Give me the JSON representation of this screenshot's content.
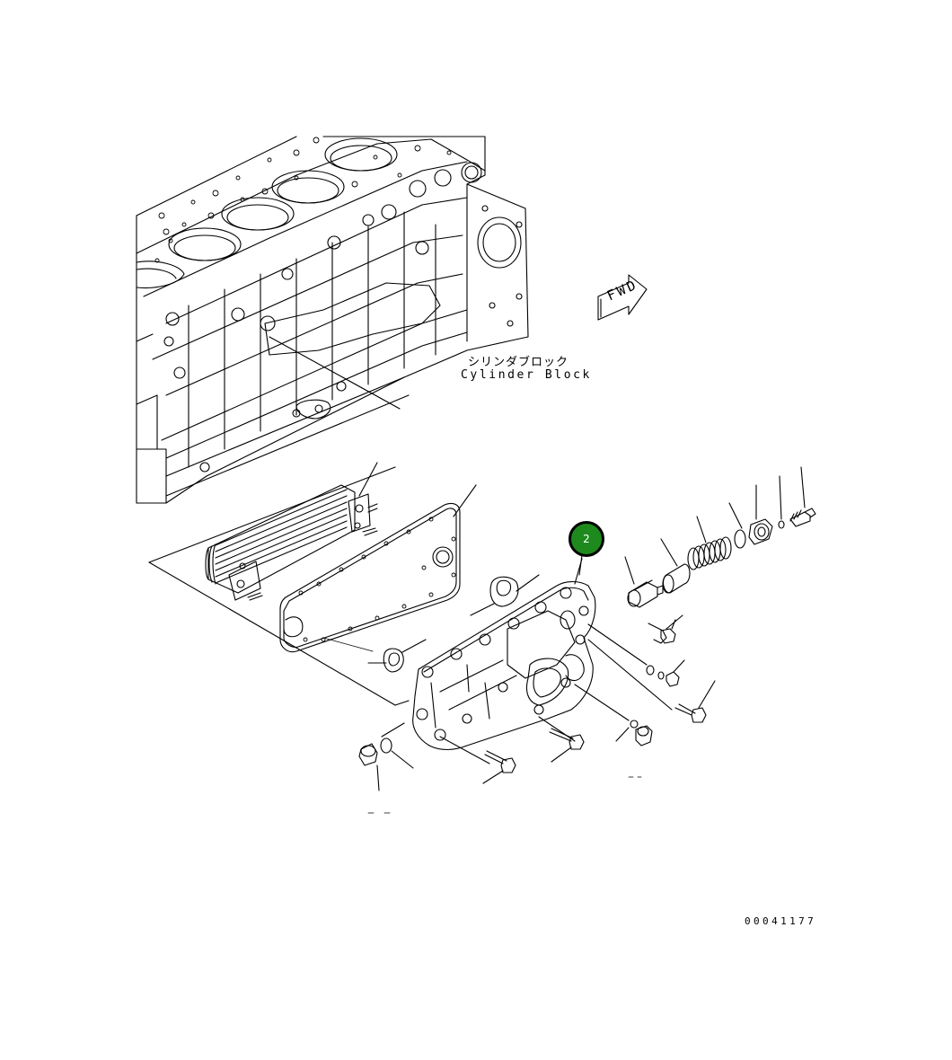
{
  "labels": {
    "cylinder_block_jp": "シリンダブロック",
    "cylinder_block_en": "Cylinder Block",
    "direction": "FWD",
    "drawing_number": "00041177"
  },
  "callouts": [
    {
      "number": "2",
      "color": "#1e8a1e"
    }
  ],
  "colors": {
    "line": "#000000",
    "background": "#ffffff",
    "callout_fill": "#1e8a1e"
  }
}
